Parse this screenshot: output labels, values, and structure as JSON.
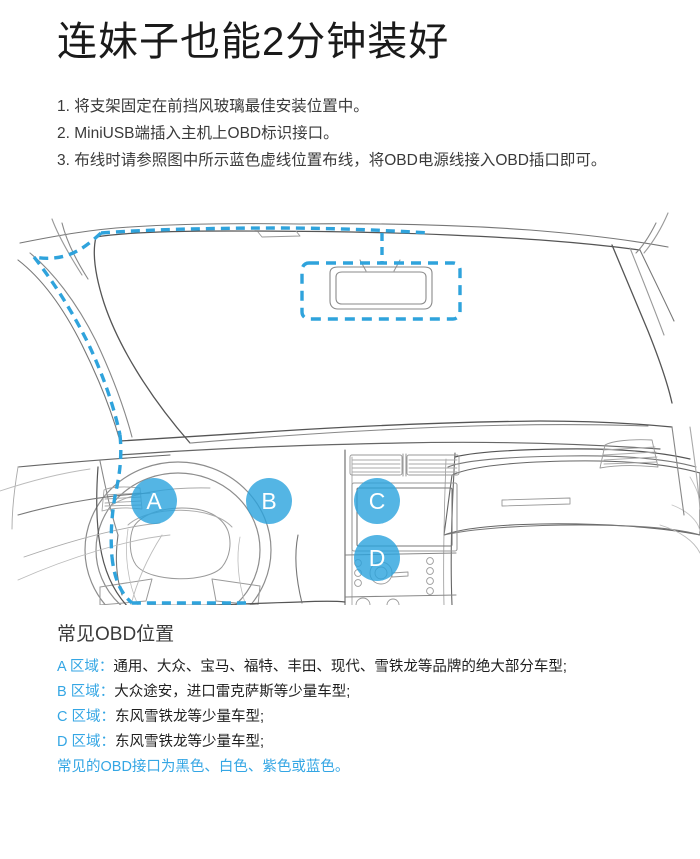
{
  "page": {
    "title": "连妹子也能2分钟装好"
  },
  "steps": [
    "1. 将支架固定在前挡风玻璃最佳安装位置中。",
    "2. MiniUSB端插入主机上OBD标识接口。",
    "3. 布线时请参照图中所示蓝色虚线位置布线，将OBD电源线接入OBD插口即可。"
  ],
  "illustration": {
    "name": "car-interior-dashboard-diagram",
    "wiring_color": "#2FA3DC",
    "outline_color": "#4a4a4a",
    "markers": [
      {
        "id": "A",
        "label": "A"
      },
      {
        "id": "B",
        "label": "B"
      },
      {
        "id": "C",
        "label": "C"
      },
      {
        "id": "D",
        "label": "D"
      }
    ],
    "marker_color": "#29A2DD"
  },
  "legend": {
    "title": "常见OBD位置",
    "zone_color": "#34A6E4",
    "rows": [
      {
        "zone": "A 区域：",
        "desc": "通用、大众、宝马、福特、丰田、现代、雪铁龙等品牌的绝大部分车型;"
      },
      {
        "zone": "B 区域：",
        "desc": "大众途安，进口雷克萨斯等少量车型;"
      },
      {
        "zone": "C 区域：",
        "desc": "东风雪铁龙等少量车型;"
      },
      {
        "zone": "D 区域：",
        "desc": "东风雪铁龙等少量车型;"
      }
    ],
    "note": "常见的OBD接口为黑色、白色、紫色或蓝色。"
  }
}
